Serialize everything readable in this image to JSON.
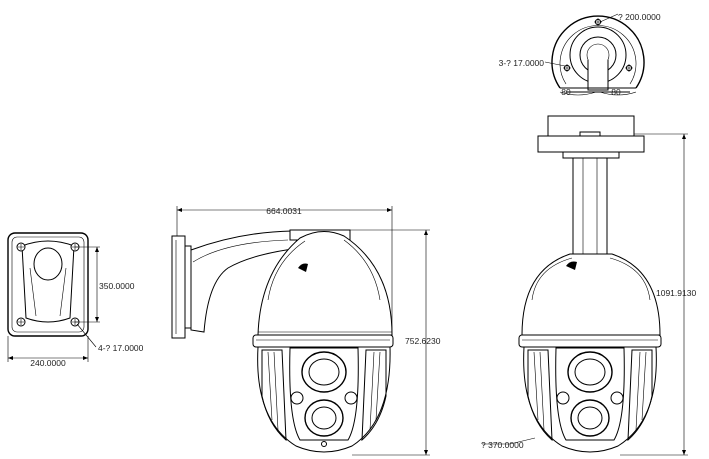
{
  "dimensions": {
    "bracket_width": "240.0000",
    "bracket_height": "350.0000",
    "bracket_holes": "4-? 17.0000",
    "wall_width": "664.0031",
    "wall_height": "752.6230",
    "ceiling_top_diameter": "? 200.0000",
    "ceiling_holes": "3-? 17.0000",
    "ceiling_angle_left": "80",
    "ceiling_angle_right": "80",
    "ceiling_height": "1091.9130",
    "dome_diameter": "? 370.0000"
  }
}
